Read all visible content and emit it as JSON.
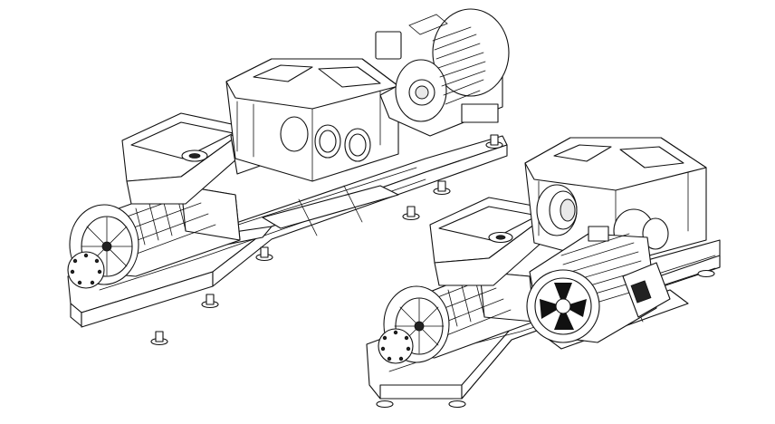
{
  "figure": {
    "style": "isometric line drawing",
    "colors": {
      "line": "#111111",
      "background": "#ffffff",
      "shade": "#e9e9e9"
    },
    "assemblies": [
      {
        "id": "assembly-left",
        "components": [
          "hopper",
          "screw-conveyor-housing",
          "gearbox",
          "coupling",
          "electric-motor",
          "base-frame",
          "leveling-feet"
        ]
      },
      {
        "id": "assembly-right",
        "components": [
          "hopper",
          "screw-conveyor-housing",
          "gearbox",
          "coupling",
          "electric-motor",
          "base-frame",
          "leveling-feet"
        ]
      }
    ]
  }
}
